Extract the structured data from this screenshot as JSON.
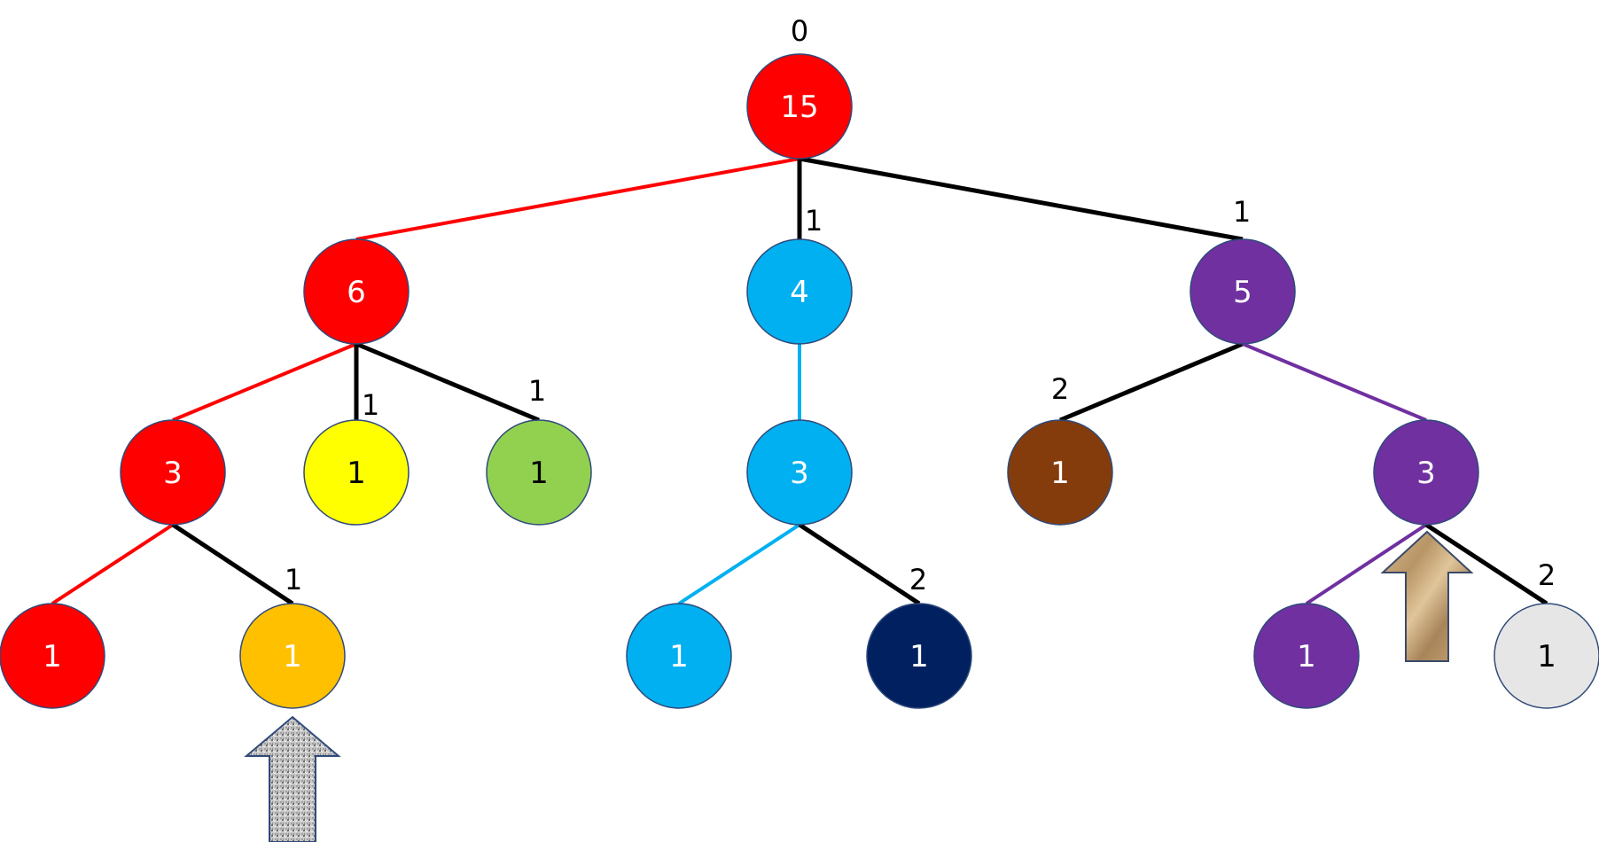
{
  "tree": {
    "root_label": "0",
    "nodes": [
      {
        "id": "n0",
        "value": "15",
        "fill": "#ff0000",
        "text_color": "#ffffff"
      },
      {
        "id": "n1",
        "value": "6",
        "fill": "#ff0000",
        "text_color": "#ffffff"
      },
      {
        "id": "n2",
        "value": "4",
        "fill": "#00b0f0",
        "text_color": "#ffffff"
      },
      {
        "id": "n3",
        "value": "5",
        "fill": "#7030a0",
        "text_color": "#ffffff"
      },
      {
        "id": "n4",
        "value": "3",
        "fill": "#ff0000",
        "text_color": "#ffffff"
      },
      {
        "id": "n5",
        "value": "1",
        "fill": "#ffff00",
        "text_color": "#000000"
      },
      {
        "id": "n6",
        "value": "1",
        "fill": "#92d050",
        "text_color": "#000000"
      },
      {
        "id": "n7",
        "value": "3",
        "fill": "#00b0f0",
        "text_color": "#ffffff"
      },
      {
        "id": "n8",
        "value": "1",
        "fill": "#843c0c",
        "text_color": "#ffffff"
      },
      {
        "id": "n9",
        "value": "3",
        "fill": "#7030a0",
        "text_color": "#ffffff"
      },
      {
        "id": "n10",
        "value": "1",
        "fill": "#ff0000",
        "text_color": "#ffffff"
      },
      {
        "id": "n11",
        "value": "1",
        "fill": "#ffc000",
        "text_color": "#ffffff"
      },
      {
        "id": "n12",
        "value": "1",
        "fill": "#00b0f0",
        "text_color": "#ffffff"
      },
      {
        "id": "n13",
        "value": "1",
        "fill": "#002060",
        "text_color": "#ffffff"
      },
      {
        "id": "n14",
        "value": "1",
        "fill": "#7030a0",
        "text_color": "#ffffff"
      },
      {
        "id": "n15",
        "value": "1",
        "fill": "#e7e6e6",
        "text_color": "#000000"
      }
    ],
    "edges": [
      {
        "from": "n0",
        "to": "n1",
        "color": "#ff0000",
        "label": ""
      },
      {
        "from": "n0",
        "to": "n2",
        "color": "#000000",
        "label": "1"
      },
      {
        "from": "n0",
        "to": "n3",
        "color": "#000000",
        "label": "1"
      },
      {
        "from": "n1",
        "to": "n4",
        "color": "#ff0000",
        "label": ""
      },
      {
        "from": "n1",
        "to": "n5",
        "color": "#000000",
        "label": "1"
      },
      {
        "from": "n1",
        "to": "n6",
        "color": "#000000",
        "label": "1"
      },
      {
        "from": "n2",
        "to": "n7",
        "color": "#00b0f0",
        "label": ""
      },
      {
        "from": "n3",
        "to": "n8",
        "color": "#000000",
        "label": "2"
      },
      {
        "from": "n3",
        "to": "n9",
        "color": "#7030a0",
        "label": ""
      },
      {
        "from": "n4",
        "to": "n10",
        "color": "#ff0000",
        "label": ""
      },
      {
        "from": "n4",
        "to": "n11",
        "color": "#000000",
        "label": "1"
      },
      {
        "from": "n7",
        "to": "n12",
        "color": "#00b0f0",
        "label": ""
      },
      {
        "from": "n7",
        "to": "n13",
        "color": "#000000",
        "label": "2"
      },
      {
        "from": "n9",
        "to": "n14",
        "color": "#7030a0",
        "label": ""
      },
      {
        "from": "n9",
        "to": "n15",
        "color": "#000000",
        "label": "2"
      }
    ],
    "arrows": [
      {
        "id": "arrow-granite",
        "texture": "granite"
      },
      {
        "id": "arrow-paper",
        "texture": "crumpled-paper"
      }
    ]
  }
}
